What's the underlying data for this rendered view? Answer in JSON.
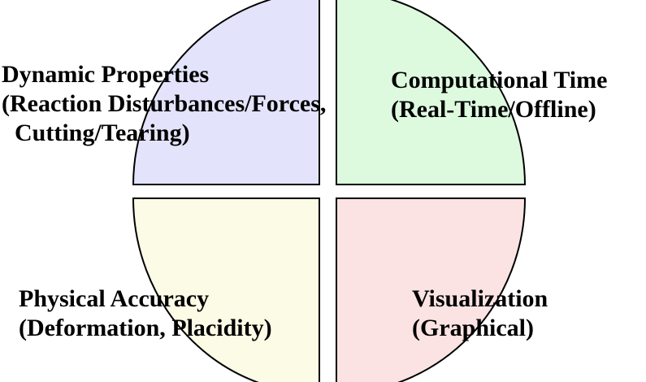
{
  "quadrants": {
    "top_left": {
      "lines": [
        "Dynamic Properties",
        "(Reaction Disturbances/Forces,",
        "Cutting/Tearing)"
      ],
      "fill": "#e3e3fb"
    },
    "top_right": {
      "lines": [
        "Computational Time",
        "(Real-Time/Offline)"
      ],
      "fill": "#ddfadf"
    },
    "bottom_left": {
      "lines": [
        "Physical Accuracy",
        "(Deformation, Placidity)"
      ],
      "fill": "#fbfbe6"
    },
    "bottom_right": {
      "lines": [
        "Visualization",
        "(Graphical)"
      ],
      "fill": "#fbe3e3"
    }
  }
}
